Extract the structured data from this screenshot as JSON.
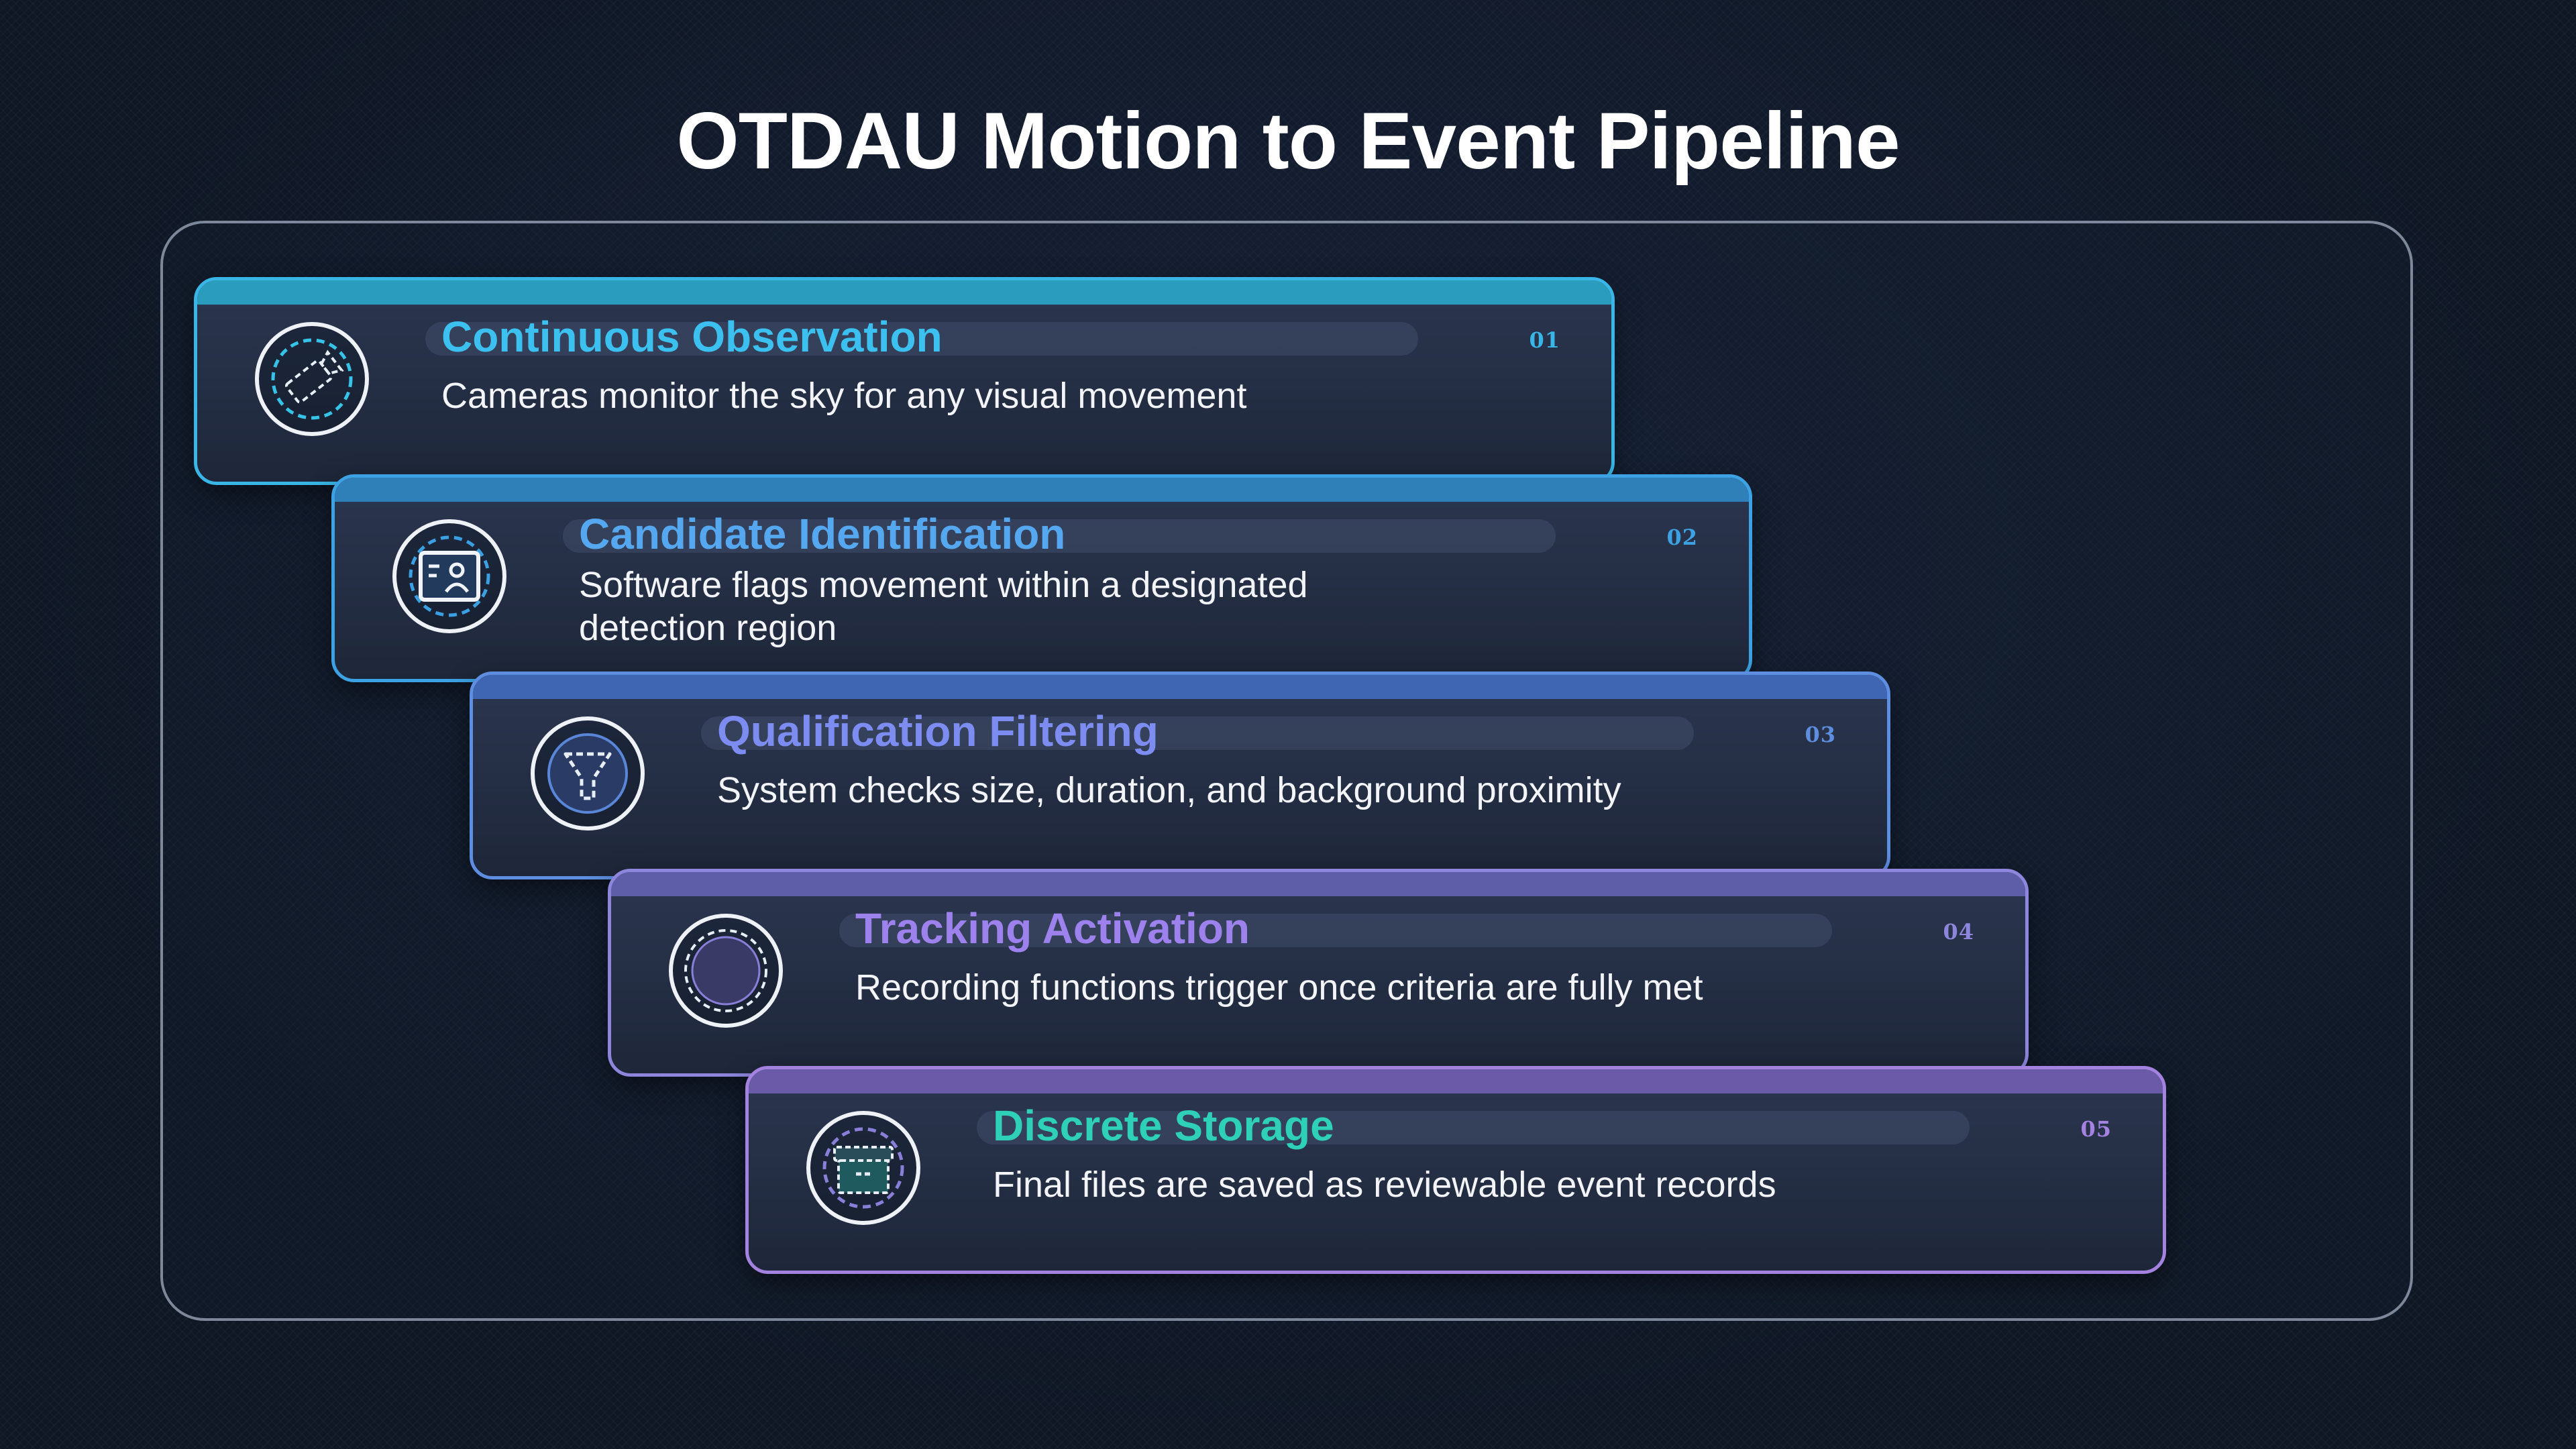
{
  "title": "OTDAU Motion to Event Pipeline",
  "steps": [
    {
      "number": "01",
      "heading": "Continuous Observation",
      "description": "Cameras monitor the sky for any visual movement",
      "icon": "camera-icon",
      "accent": "#39b6e6",
      "heading_color": "#3cc0ef",
      "bar_color": "#2a9cbe"
    },
    {
      "number": "02",
      "heading": "Candidate Identification",
      "description": "Software flags movement within a designated detection region",
      "icon": "id-card-icon",
      "accent": "#3da2e3",
      "heading_color": "#55a8f0",
      "bar_color": "#2f7fb8"
    },
    {
      "number": "03",
      "heading": "Qualification Filtering",
      "description": "System checks size, duration, and background proximity",
      "icon": "funnel-icon",
      "accent": "#5e8ee0",
      "heading_color": "#7c8cf0",
      "bar_color": "#3f66b2"
    },
    {
      "number": "04",
      "heading": "Tracking Activation",
      "description": "Recording functions trigger once criteria are fully met",
      "icon": "target-circle-icon",
      "accent": "#8d86dc",
      "heading_color": "#9d82ee",
      "bar_color": "#5e5ea8"
    },
    {
      "number": "05",
      "heading": "Discrete Storage",
      "description": "Final files are saved as reviewable event records",
      "icon": "archive-box-icon",
      "accent": "#a382e0",
      "heading_color": "#2ed1b8",
      "bar_color": "#6a5aa8"
    }
  ]
}
